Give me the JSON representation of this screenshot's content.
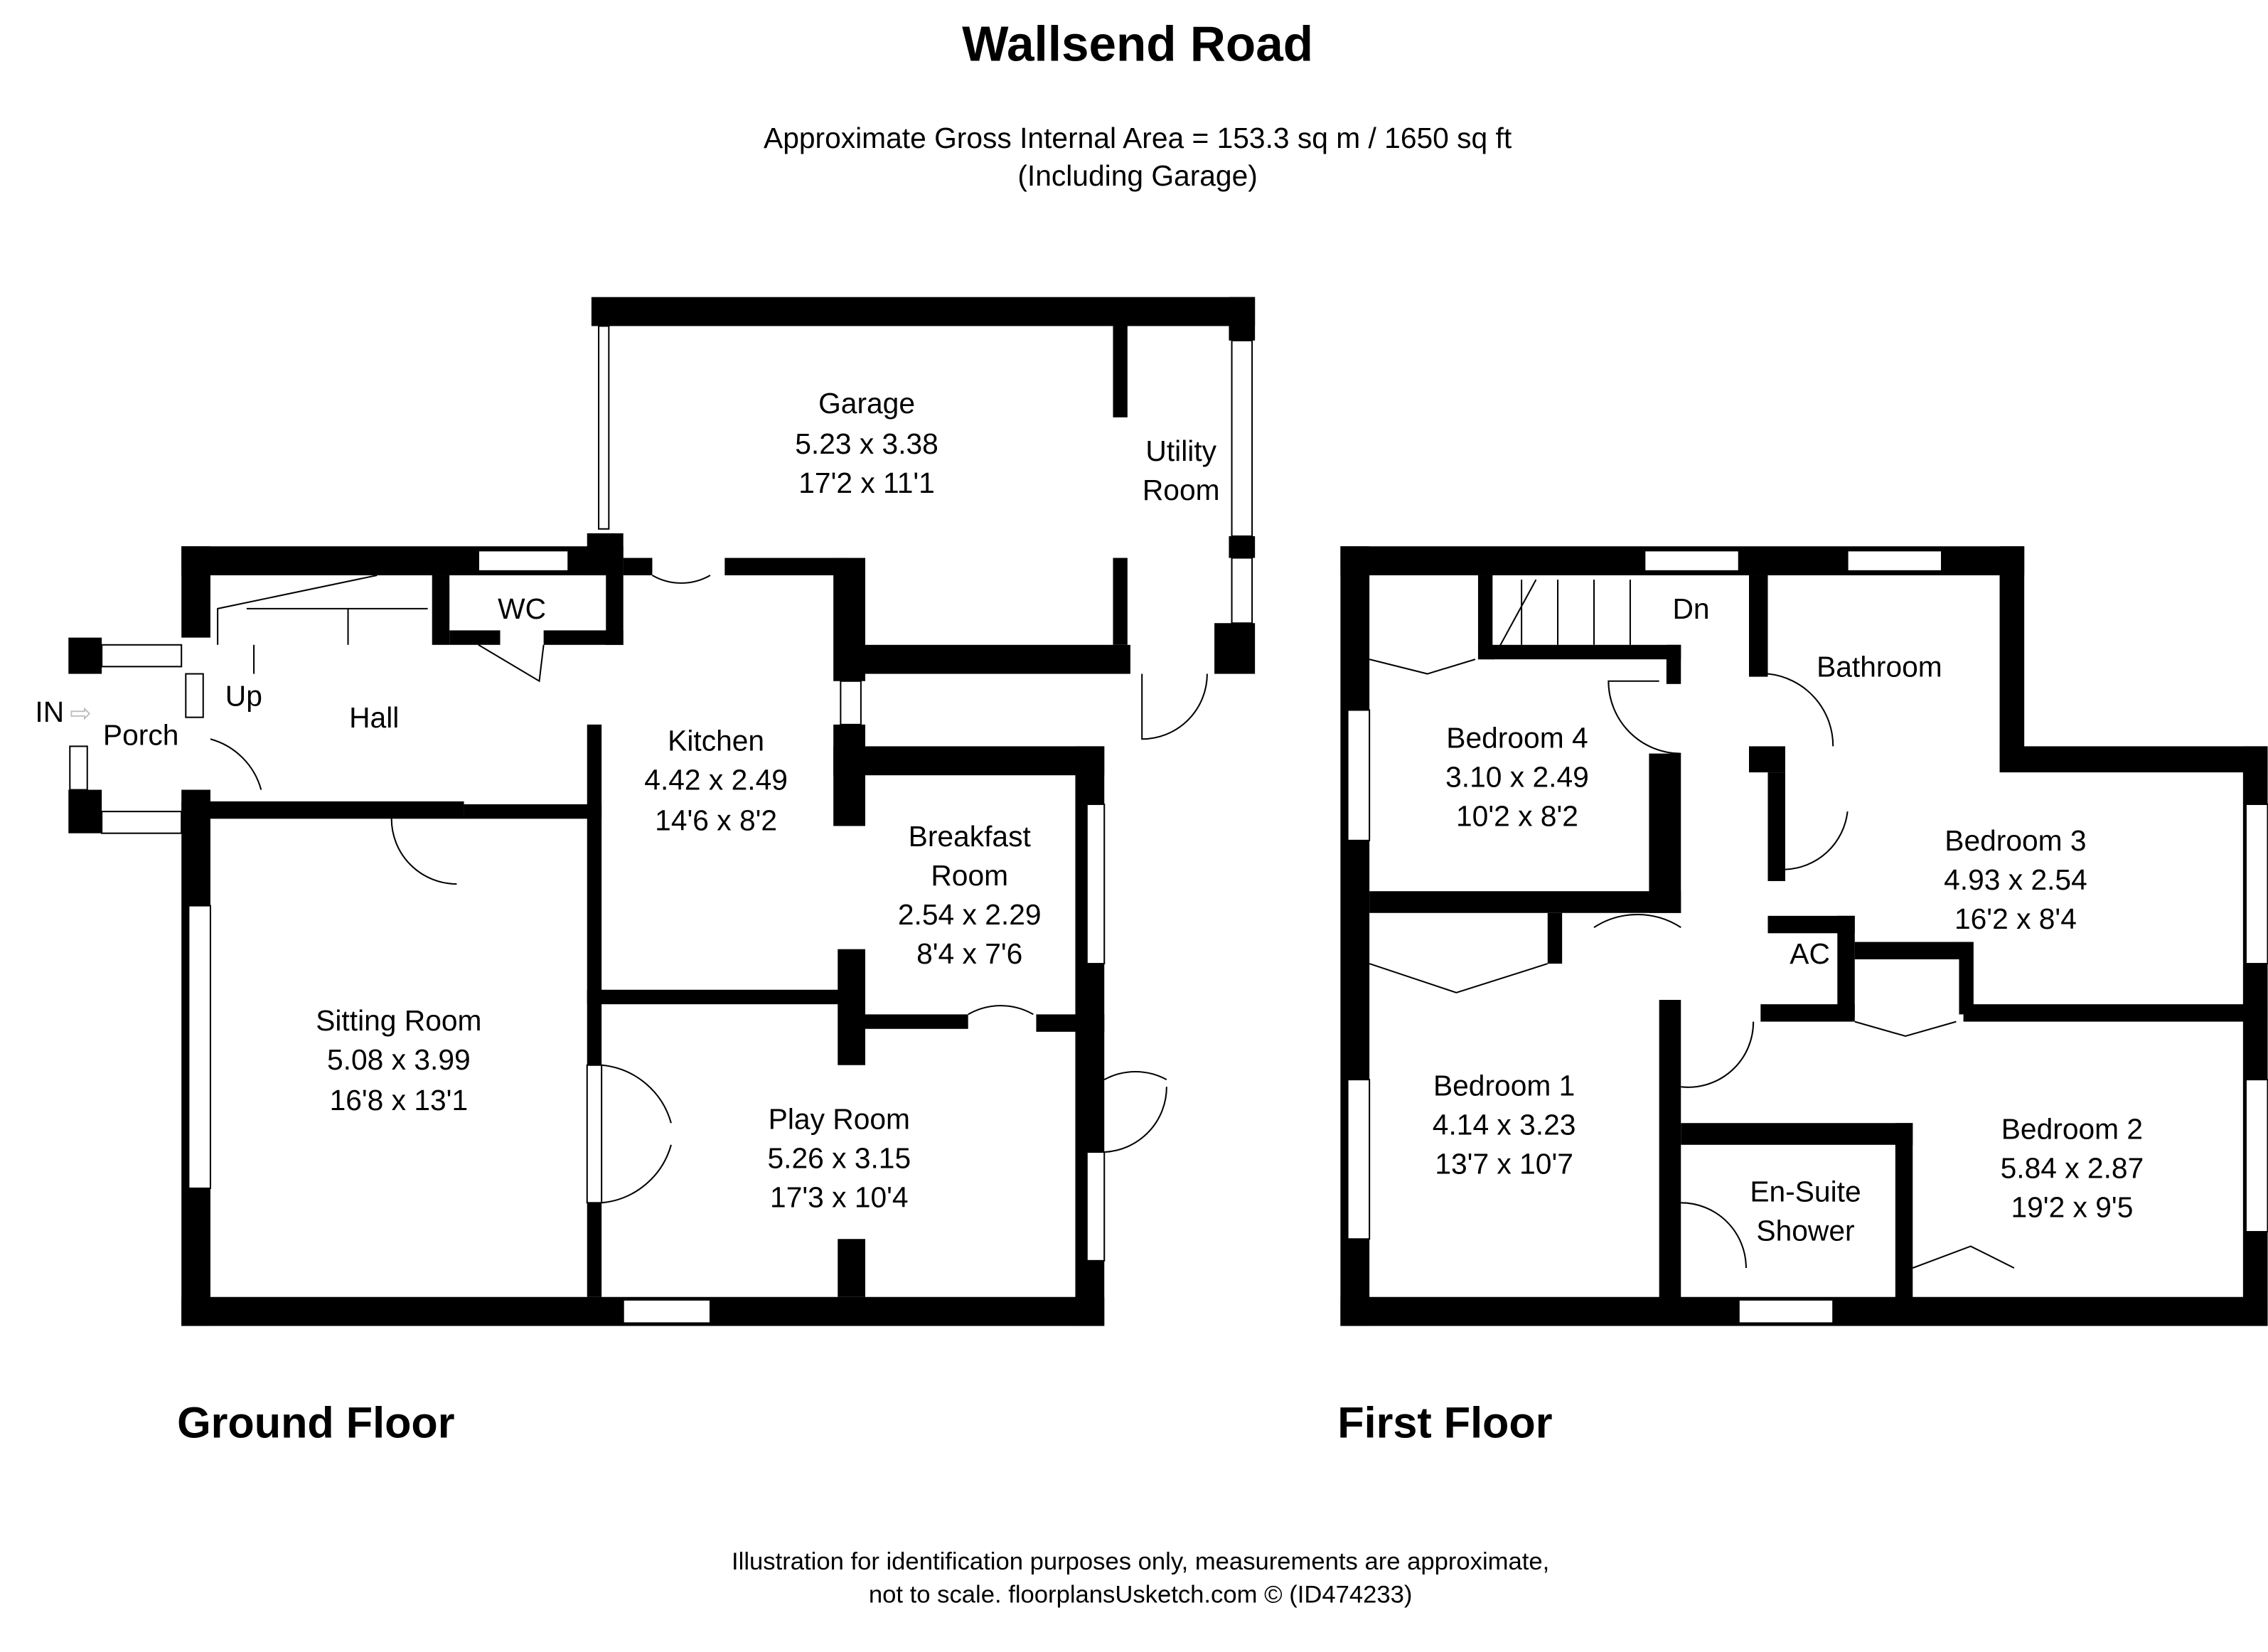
{
  "title": "Wallsend Road",
  "subtitle": [
    "Approximate Gross Internal Area = 153.3 sq m / 1650 sq ft",
    "(Including Garage)"
  ],
  "floors": {
    "ground": {
      "label": "Ground Floor",
      "rooms": {
        "garage": [
          "Garage",
          "5.23 x 3.38",
          "17'2 x 11'1"
        ],
        "utility": [
          "Utility",
          "Room"
        ],
        "wc": "WC",
        "hall": "Hall",
        "porch": "Porch",
        "entry": "IN",
        "up": "Up",
        "kitchen": [
          "Kitchen",
          "4.42 x 2.49",
          "14'6 x 8'2"
        ],
        "breakfast": [
          "Breakfast",
          "Room",
          "2.54 x 2.29",
          "8'4 x 7'6"
        ],
        "sitting": [
          "Sitting Room",
          "5.08 x 3.99",
          "16'8 x 13'1"
        ],
        "play": [
          "Play Room",
          "5.26 x 3.15",
          "17'3 x 10'4"
        ]
      }
    },
    "first": {
      "label": "First Floor",
      "rooms": {
        "dn": "Dn",
        "bathroom": "Bathroom",
        "ac": "AC",
        "bedroom4": [
          "Bedroom 4",
          "3.10 x 2.49",
          "10'2 x 8'2"
        ],
        "bedroom3": [
          "Bedroom 3",
          "4.93 x 2.54",
          "16'2 x 8'4"
        ],
        "bedroom1": [
          "Bedroom 1",
          "4.14 x 3.23",
          "13'7 x 10'7"
        ],
        "bedroom2": [
          "Bedroom 2",
          "5.84 x 2.87",
          "19'2 x 9'5"
        ],
        "ensuite": [
          "En-Suite",
          "Shower"
        ]
      }
    }
  },
  "footer": [
    "Illustration for identification purposes only, measurements are approximate,",
    "not to scale. floorplansUsketch.com © (ID474233)"
  ]
}
